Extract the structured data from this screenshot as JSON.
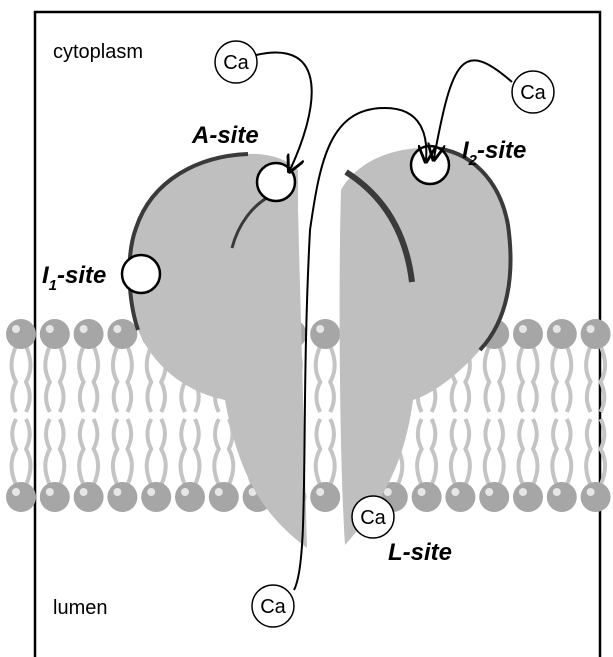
{
  "compartments": {
    "top": "cytoplasm",
    "bottom": "lumen"
  },
  "sites": {
    "a": {
      "label": "A-site"
    },
    "i1": {
      "prefix": "I",
      "subscript": "1",
      "suffix": "-site"
    },
    "i2": {
      "prefix": "I",
      "subscript": "2",
      "suffix": "-site"
    },
    "l": {
      "label": "L-site"
    }
  },
  "ions": {
    "top_left": "Ca",
    "top_right": "Ca",
    "lumen_bound": "Ca",
    "lumen_bottom": "Ca"
  },
  "colors": {
    "protein": "#bfbfbf",
    "protein_dark": "#3a3a3a",
    "lipid_head": "#a6a6a6",
    "lipid_tail": "#c4c4c4",
    "outline": "#000000"
  }
}
